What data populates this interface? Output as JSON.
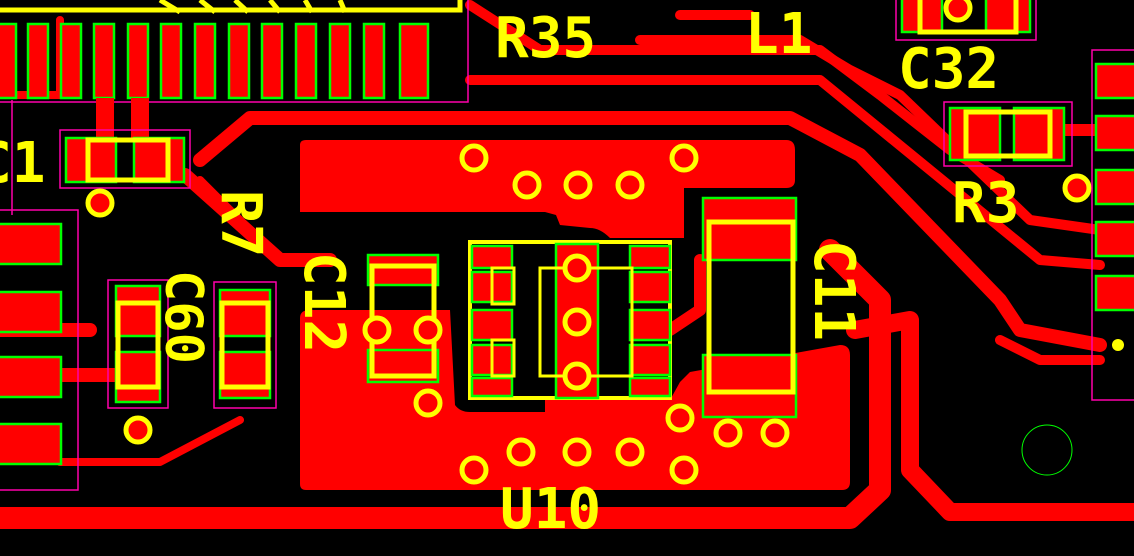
{
  "labels": {
    "r35": "R35",
    "l1": "L1",
    "c32": "C32",
    "c1": "C1",
    "r7": "R7",
    "c60": "C60",
    "c12": "C12",
    "r3": "R3",
    "c11": "C11",
    "u10": "U10"
  },
  "colors": {
    "background": "#000000",
    "copper": "#ff0000",
    "silkscreen": "#ffff00",
    "pad_outline": "#00ff00",
    "courtyard": "#ff00aa",
    "board_outline": "#ffffff"
  }
}
